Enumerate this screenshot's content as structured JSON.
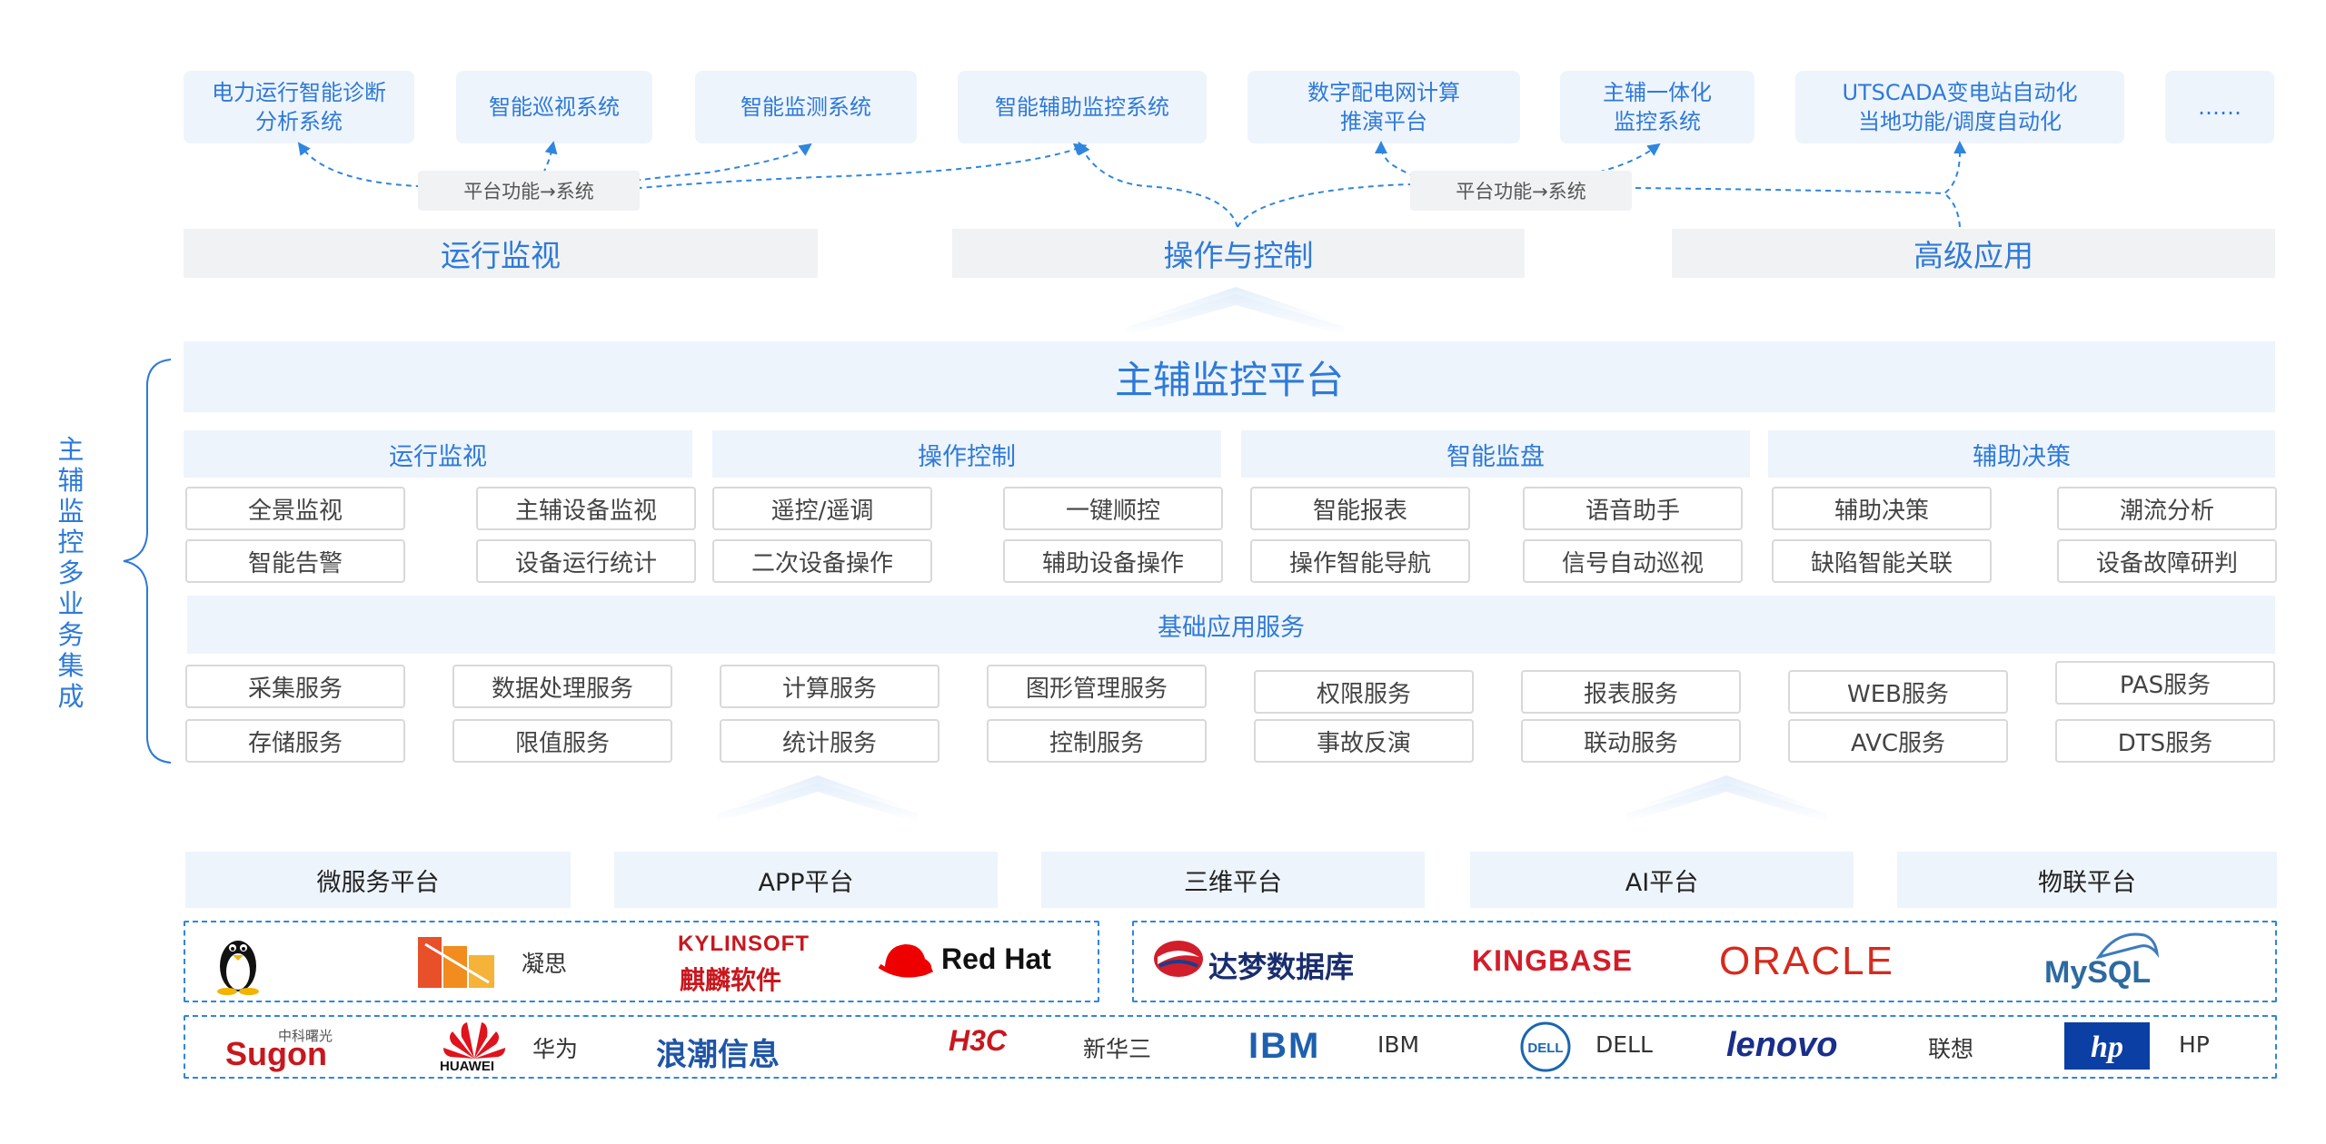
{
  "top_systems": [
    {
      "label": "电力运行智能诊断\n分析系统"
    },
    {
      "label": "智能巡视系统"
    },
    {
      "label": "智能监测系统"
    },
    {
      "label": "智能辅助监控系统"
    },
    {
      "label": "数字配电网计算\n推演平台"
    },
    {
      "label": "主辅一体化\n监控系统"
    },
    {
      "label": "UTSCADA变电站自动化\n当地功能/调度自动化"
    },
    {
      "label": "……"
    }
  ],
  "flow_labels": [
    "平台功能→系统",
    "平台功能→系统"
  ],
  "pillars": [
    "运行监视",
    "操作与控制",
    "高级应用"
  ],
  "platform_title": "主辅监控平台",
  "side_label": "主辅监控多业务集成",
  "modules": [
    {
      "title": "运行监视",
      "items": [
        "全景监视",
        "主辅设备监视",
        "智能告警",
        "设备运行统计"
      ]
    },
    {
      "title": "操作控制",
      "items": [
        "遥控/遥调",
        "一键顺控",
        "二次设备操作",
        "辅助设备操作"
      ]
    },
    {
      "title": "智能监盘",
      "items": [
        "智能报表",
        "语音助手",
        "操作智能导航",
        "信号自动巡视"
      ]
    },
    {
      "title": "辅助决策",
      "items": [
        "辅助决策",
        "潮流分析",
        "缺陷智能关联",
        "设备故障研判"
      ]
    }
  ],
  "base_services_title": "基础应用服务",
  "services_row1": [
    "采集服务",
    "数据处理服务",
    "计算服务",
    "图形管理服务",
    "权限服务",
    "报表服务",
    "WEB服务",
    "PAS服务"
  ],
  "services_row2": [
    "存储服务",
    "限值服务",
    "统计服务",
    "控制服务",
    "事故反演",
    "联动服务",
    "AVC服务",
    "DTS服务"
  ],
  "platforms": [
    "微服务平台",
    "APP平台",
    "三维平台",
    "AI平台",
    "物联平台"
  ],
  "os_vendors": {
    "linux": "linux-penguin-icon",
    "ningsi": "凝思",
    "kylin_logo": "KYLINSOFT",
    "kylin_cn": "麒麟软件",
    "redhat": "Red Hat"
  },
  "db_vendors": {
    "dameng": "达梦数据库",
    "kingbase": "KINGBASE",
    "oracle": "ORACLE",
    "mysql": "MySQL"
  },
  "hw_vendors": {
    "sugon_cn": "中科曙光",
    "sugon": "Sugon",
    "huawei_logo": "HUAWEI",
    "huawei": "华为",
    "inspur": "浪潮信息",
    "h3c": "H3C",
    "h3c_name": "新华三",
    "ibm_logo": "IBM",
    "ibm": "IBM",
    "dell_logo": "DELL",
    "dell": "DELL",
    "lenovo_logo": "lenovo",
    "lenovo": "联想",
    "hp_logo": "hp",
    "hp": "HP"
  },
  "colors": {
    "accent": "#2e7ad8",
    "band": "#eef4fc",
    "pillar": "#f1f2f4",
    "dash": "#2e86de"
  }
}
